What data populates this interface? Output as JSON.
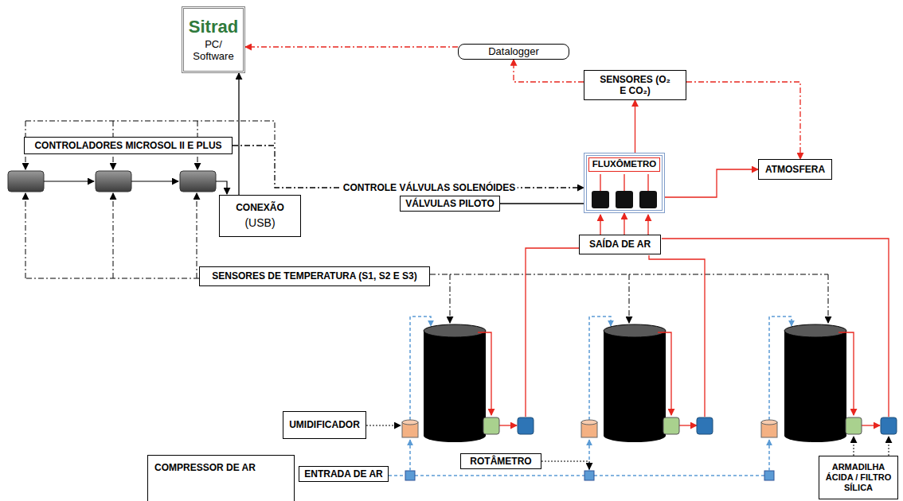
{
  "diagram": {
    "nodes": [
      {
        "text": [
          "Sitrad",
          "PC/ Software"
        ]
      },
      {
        "text": [
          "Datalogger"
        ]
      },
      {
        "text": [
          "SENSORES (O₂ E CO₂)"
        ]
      },
      {
        "text": [
          "CONTROLADORES MICROSOL II E PLUS"
        ]
      },
      {
        "text": [
          "FLUXÔMETRO"
        ]
      },
      {
        "text": [
          "ATMOSFERA"
        ]
      },
      {
        "text": [
          "CONEXÃO",
          "(USB)"
        ]
      },
      {
        "text": [
          "VÁLVULAS PILOTO"
        ]
      },
      {
        "text": [
          "SAÍDA DE AR"
        ]
      },
      {
        "text": [
          "SENSORES DE TEMPERATURA (S1, S2 E S3)"
        ]
      },
      {
        "text": [
          "UMIDIFICADOR"
        ]
      },
      {
        "text": [
          "ROTÂMETRO"
        ]
      },
      {
        "text": [
          "COMPRESSOR DE AR"
        ]
      },
      {
        "text": [
          "ENTRADA DE AR"
        ]
      },
      {
        "text": [
          "ARMADILHA ÁCIDA / FILTRO SÍLICA"
        ]
      }
    ],
    "edges": [
      {
        "from": 1,
        "to": 0,
        "arrow": "to"
      },
      {
        "from": 2,
        "to": 1,
        "arrow": "to"
      },
      {
        "from": 2,
        "to": 5,
        "arrow": "to"
      },
      {
        "from": 4,
        "to": 2,
        "arrow": "to"
      },
      {
        "from": 6,
        "to": 0,
        "arrow": "to"
      },
      {
        "from": 4,
        "to": 5,
        "arrow": "to"
      },
      {
        "from": 8,
        "to": 4,
        "arrow": "to"
      },
      {
        "from": 7,
        "to": 4,
        "arrow": "none"
      },
      {
        "from": 3,
        "to": 4,
        "label": "CONTROLE VÁLVULAS SOLENÓIDES",
        "arrow": "to"
      }
    ]
  }
}
